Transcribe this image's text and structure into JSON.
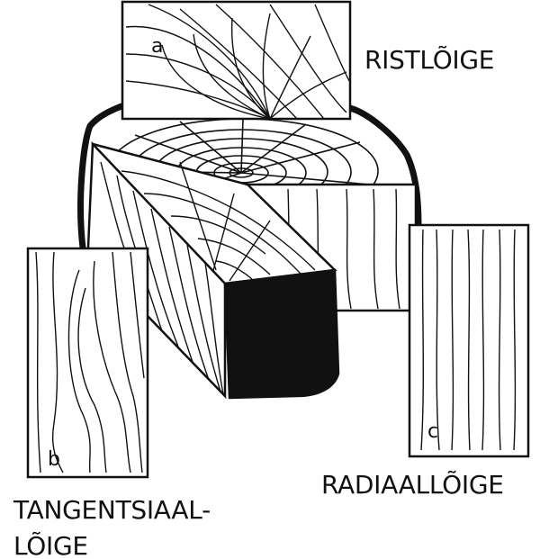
{
  "labels": {
    "cross_section": "RISTLÕIGE",
    "radial_section": "RADIAALLÕIGE",
    "tangential_section_line1": "TANGENTSIAAL-",
    "tangential_section_line2": "LÕIGE",
    "panel_a": "a",
    "panel_b": "b",
    "panel_c": "c"
  },
  "colors": {
    "ink": "#111111",
    "paper": "#ffffff",
    "end_grain_fill": "#111111"
  }
}
